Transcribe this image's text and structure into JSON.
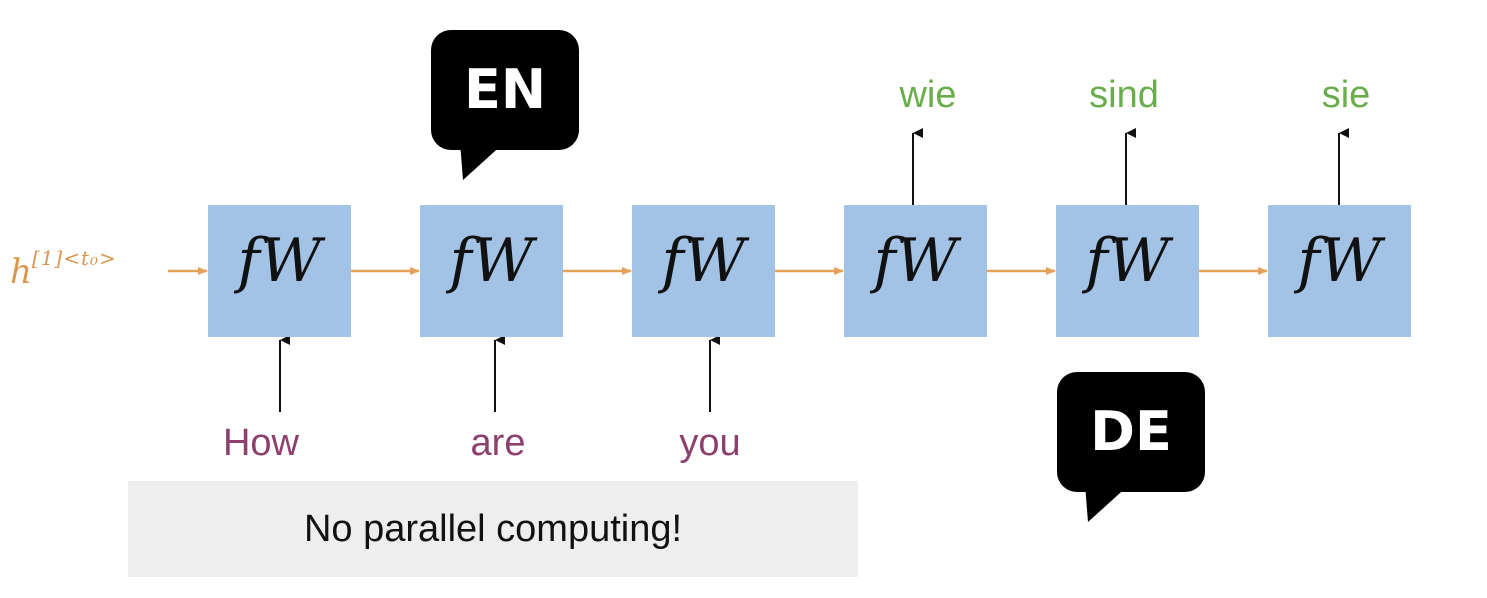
{
  "hidden_state": {
    "base": "h",
    "superscript": "[1]<t₀>"
  },
  "cells": [
    {
      "label": "fW"
    },
    {
      "label": "fW"
    },
    {
      "label": "fW"
    },
    {
      "label": "fW"
    },
    {
      "label": "fW"
    },
    {
      "label": "fW"
    }
  ],
  "inputs": [
    "How",
    "are",
    "you"
  ],
  "outputs": [
    "wie",
    "sind",
    "sie"
  ],
  "bubbles": {
    "encoder": "EN",
    "decoder": "DE"
  },
  "banner": "No parallel computing!",
  "colors": {
    "cell_fill": "#a3c3e6",
    "recurrent_arrow": "#e5a15a",
    "hidden_state_text": "#d9974f",
    "input_words": "#8d3f6e",
    "output_words": "#6aae4b",
    "bubble": "#000000",
    "banner_bg": "#eeeeee"
  }
}
